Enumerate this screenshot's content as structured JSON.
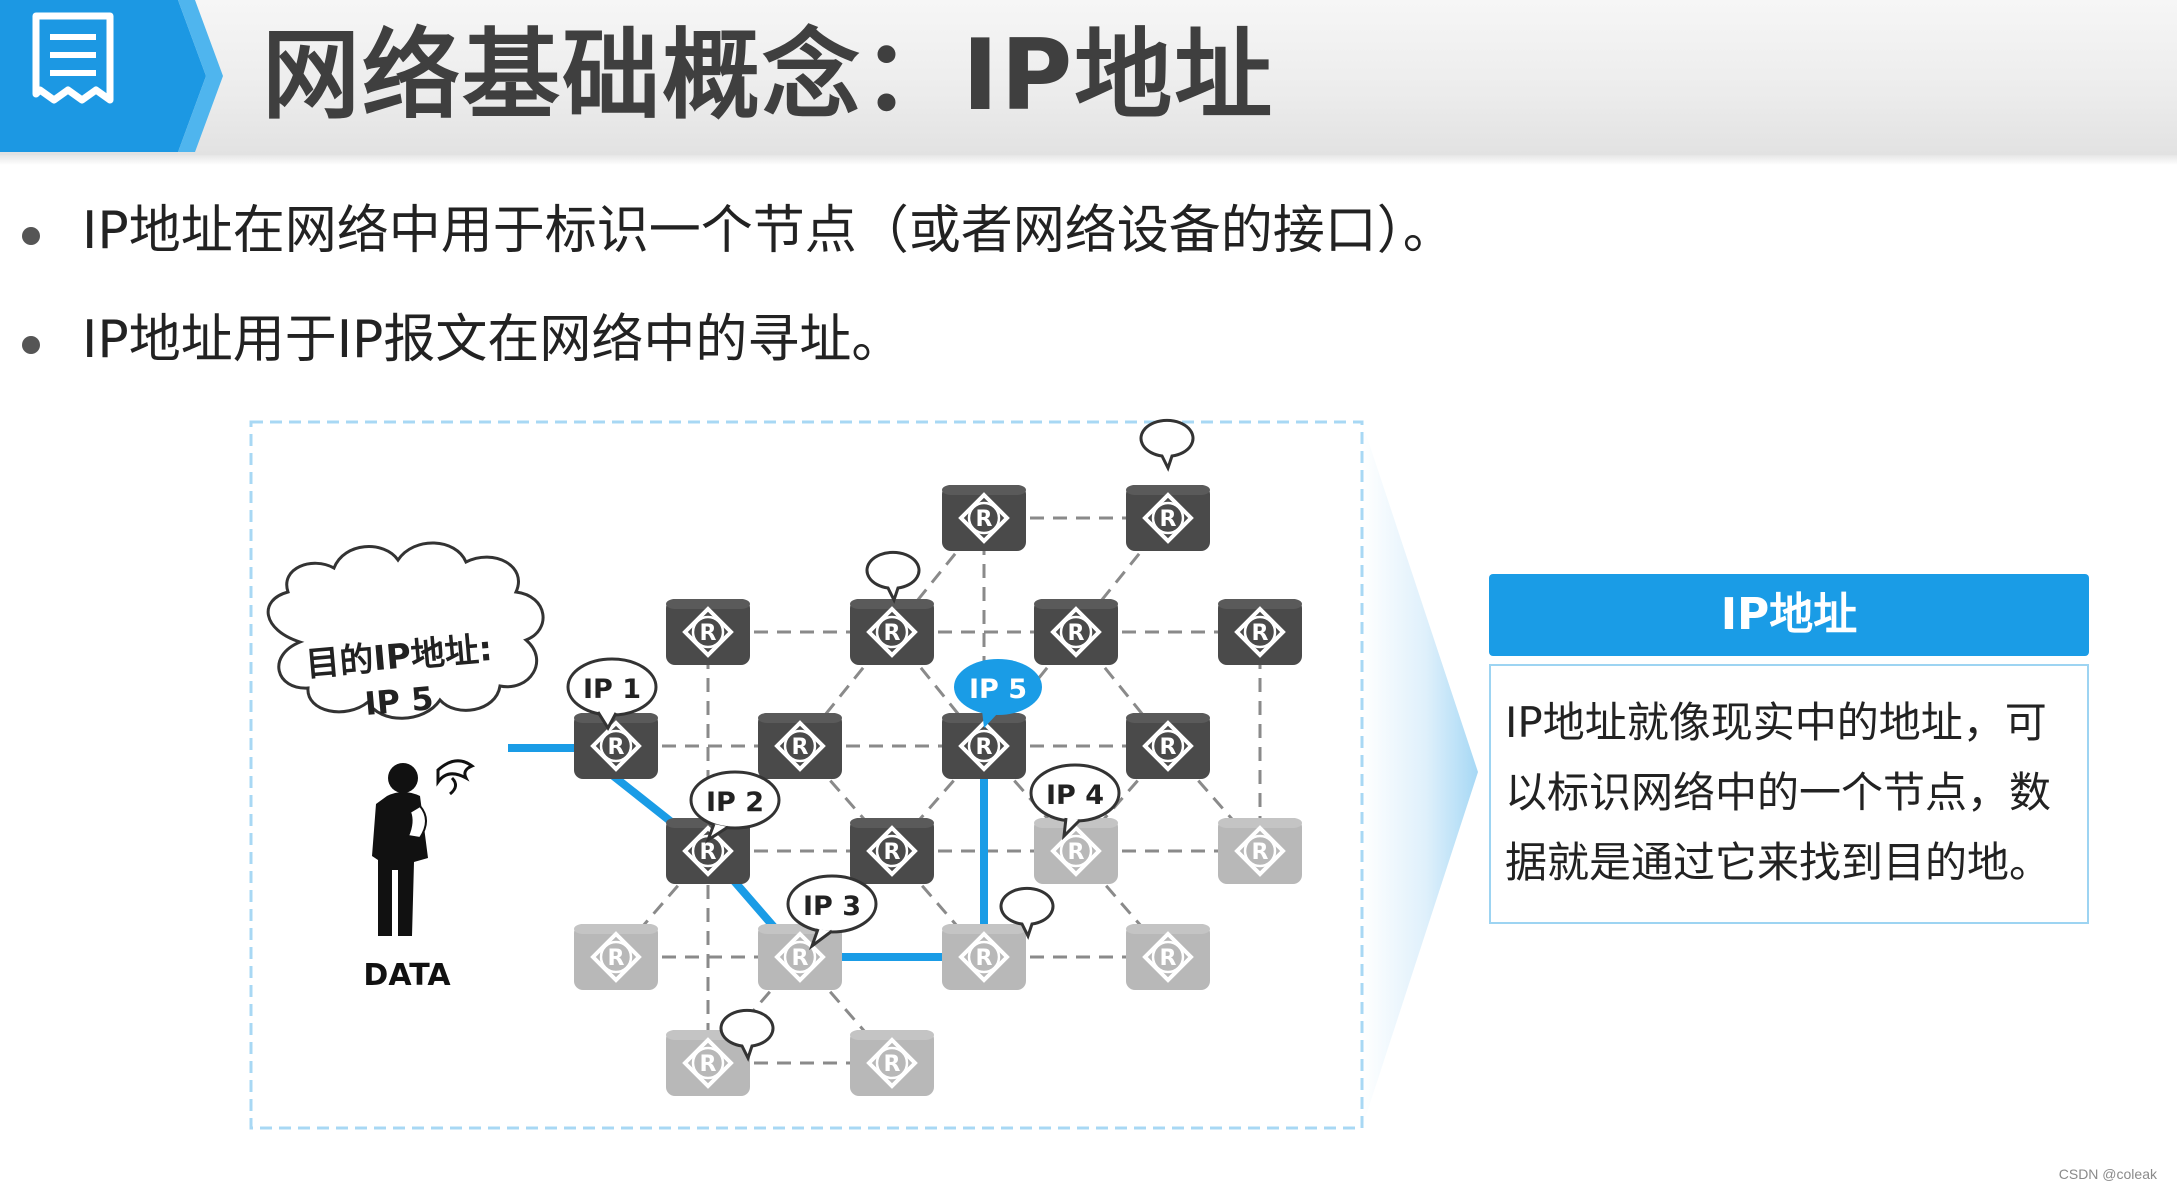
{
  "header": {
    "title": "网络基础概念：IP地址",
    "badge_icon": "document-list-icon",
    "accent_color": "#1a9ce6"
  },
  "bullets": [
    "IP地址在网络中用于标识一个节点（或者网络设备的接口）。",
    "IP地址用于IP报文在网络中的寻址。"
  ],
  "diagram": {
    "sender": {
      "thought_line1": "目的IP地址:",
      "thought_line2": "IP 5",
      "label": "DATA",
      "icon": "thinking-person-icon"
    },
    "labels": {
      "ip1": "IP 1",
      "ip2": "IP 2",
      "ip3": "IP 3",
      "ip4": "IP 4",
      "ip5": "IP 5"
    },
    "router_symbol": "R",
    "router_icon": "router-icon",
    "path_color": "#1a9ce6",
    "active_router_color": "#4a4a4a",
    "inactive_router_color": "#b8b8b8"
  },
  "info_card": {
    "title": "IP地址",
    "body": "IP地址就像现实中的地址，可以标识网络中的一个节点，数据就是通过它来找到目的地。"
  },
  "watermark": "CSDN @coleak"
}
